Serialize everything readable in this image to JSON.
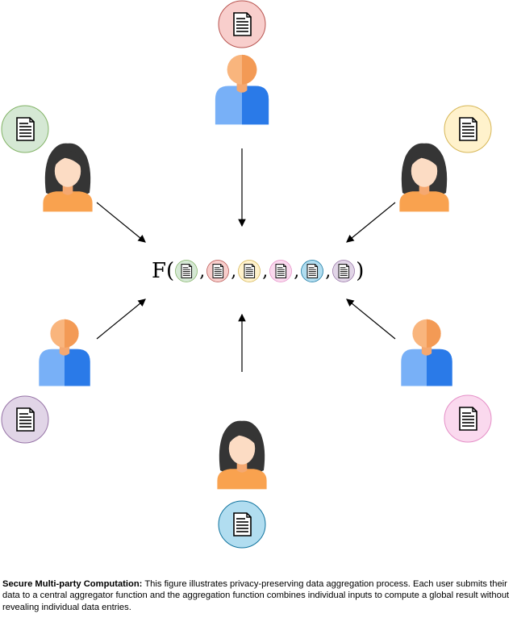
{
  "formula": {
    "function": "F(",
    "separator": ",",
    "close": ")"
  },
  "colors": {
    "doc_fills": [
      "#d5e8d4",
      "#f8cecc",
      "#fff2cc",
      "#fad9ee",
      "#b1ddf0",
      "#e1d5e7"
    ],
    "doc_strokes": [
      "#82b366",
      "#b85450",
      "#d6b656",
      "#e58fc7",
      "#10739e",
      "#9673a6"
    ],
    "skin": "#f9b57d",
    "shirt_blue": "#5aa0f5",
    "shirt_orange": "#f9a24f",
    "hair": "#353535"
  },
  "caption": {
    "bold": "Secure Multi-party Computation:",
    "text": " This figure illustrates privacy-preserving data aggregation process. Each user submits their data to a central aggregator function and the aggregation function combines individual inputs to compute a global result without revealing individual data entries."
  }
}
